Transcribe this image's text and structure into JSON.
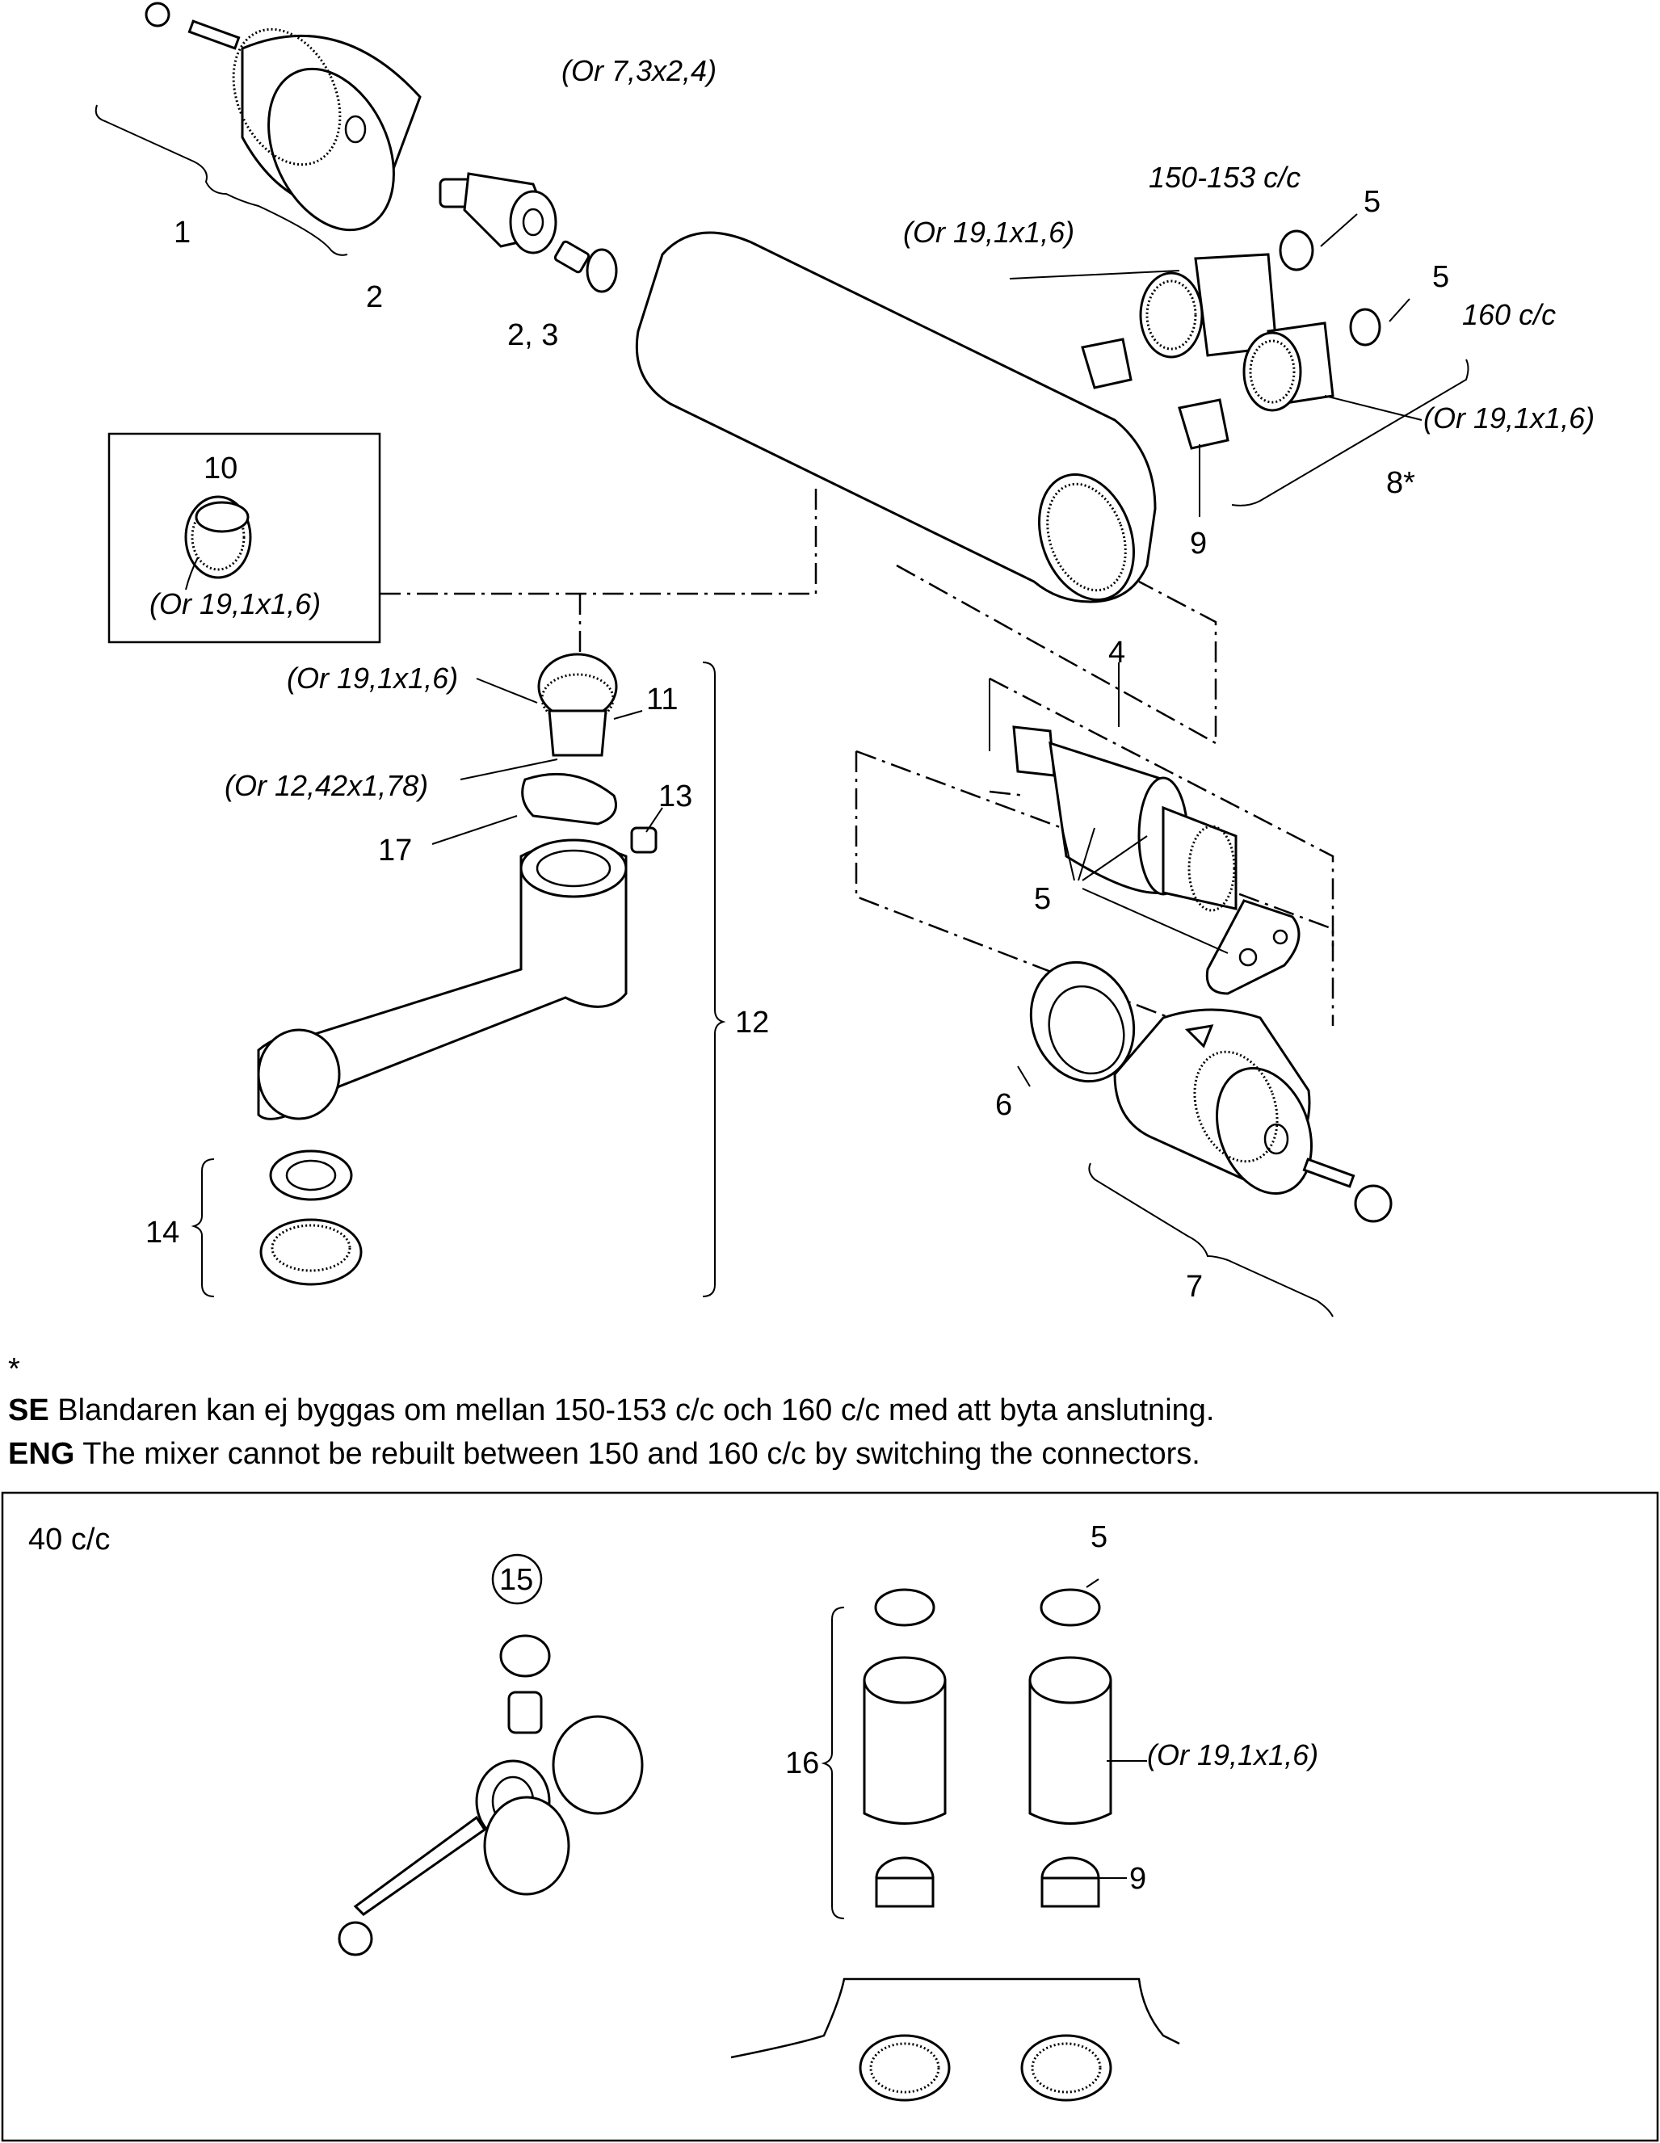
{
  "callouts": {
    "p1": "1",
    "p2": "2",
    "p2_3": "2, 3",
    "p4": "4",
    "p5_a": "5",
    "p5_b": "5",
    "p5_c": "5",
    "p6": "6",
    "p7": "7",
    "p8": "8*",
    "p9": "9",
    "p10": "10",
    "p11": "11",
    "p12": "12",
    "p13": "13",
    "p14": "14",
    "p17": "17",
    "p15": "15",
    "p16": "16",
    "p5_box": "5",
    "p9_box": "9"
  },
  "annotations": {
    "or_7_3": "(Or 7,3x2,4)",
    "or_19_top": "(Or 19,1x1,6)",
    "or_19_right": "(Or 19,1x1,6)",
    "or_19_box": "(Or 19,1x1,6)",
    "or_19_spout": "(Or 19,1x1,6)",
    "or_12_42": "(Or 12,42x1,78)",
    "or_19_bottom": "(Or 19,1x1,6)",
    "cc_150": "150-153 c/c",
    "cc_160": "160 c/c",
    "cc_40": "40 c/c"
  },
  "footnote": {
    "asterisk": "*",
    "se_code": "SE",
    "se_text": " Blandaren kan ej byggas om mellan 150-153 c/c och 160 c/c med att byta anslutning.",
    "eng_code": "ENG",
    "eng_text": " The mixer cannot be rebuilt between 150 and 160 c/c by switching the connectors."
  }
}
